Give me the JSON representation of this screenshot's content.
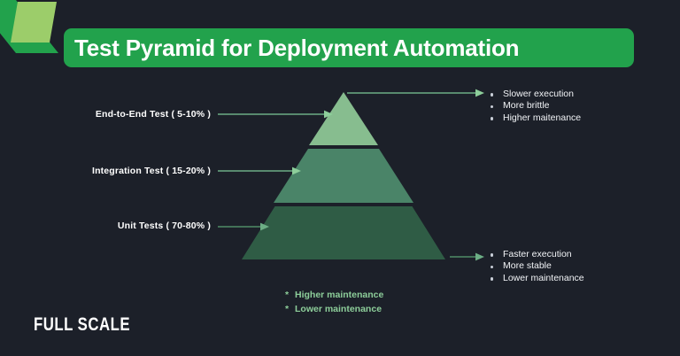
{
  "colors": {
    "background": "#1c2029",
    "banner_green": "#22a24c",
    "tier_top": "#87bd8f",
    "tier_middle": "#4a8468",
    "tier_bottom": "#2f5c45",
    "arrow_green": "#8dce9a",
    "arrow_green_dark": "#4e8c67",
    "note_green": "#8dce9a",
    "logo_green_dark": "#22a24c",
    "logo_green_light": "#9ccd6a",
    "bullet_text": "#f2f4f7",
    "label_text": "#ffffff"
  },
  "logo": {
    "mark_name": "full-scale-logo-mark",
    "wordmark": "FULL SCALE"
  },
  "header": {
    "title": "Test Pyramid for Deployment Automation"
  },
  "chart_data": {
    "type": "pyramid",
    "title": "Test Pyramid for Deployment Automation",
    "orientation": "apex-up",
    "tiers": [
      {
        "id": "end-to-end",
        "label": "End-to-End Test ( 5-10% )",
        "name": "End-to-End Test",
        "share_range": "5-10%",
        "share_min": 5,
        "share_max": 10,
        "color": "#87bd8f",
        "position": "top"
      },
      {
        "id": "integration",
        "label": "Integration Test ( 15-20% )",
        "name": "Integration Test",
        "share_range": "15-20%",
        "share_min": 15,
        "share_max": 20,
        "color": "#4a8468",
        "position": "middle"
      },
      {
        "id": "unit",
        "label": "Unit Tests ( 70-80% )",
        "name": "Unit Tests",
        "share_range": "70-80%",
        "share_min": 70,
        "share_max": 80,
        "color": "#2f5c45",
        "position": "bottom"
      }
    ],
    "annotations": [
      {
        "anchor": "apex",
        "position": "top-right",
        "items": [
          "Slower execution",
          "More brittle",
          "Higher maitenance"
        ]
      },
      {
        "anchor": "base",
        "position": "bottom-right",
        "items": [
          "Faster execution",
          "More stable",
          "Lower maintenance"
        ]
      }
    ],
    "notes": [
      {
        "marker": "*",
        "text": "Higher maintenance"
      },
      {
        "marker": "*",
        "text": "Lower maintenance"
      }
    ]
  },
  "lists": {
    "top": {
      "items": [
        "Slower execution",
        "More brittle",
        "Higher maitenance"
      ]
    },
    "bottom": {
      "items": [
        "Faster execution",
        "More stable",
        "Lower maintenance"
      ]
    }
  },
  "notes": [
    {
      "marker": "*",
      "text": "Higher maintenance"
    },
    {
      "marker": "*",
      "text": "Lower maintenance"
    }
  ]
}
